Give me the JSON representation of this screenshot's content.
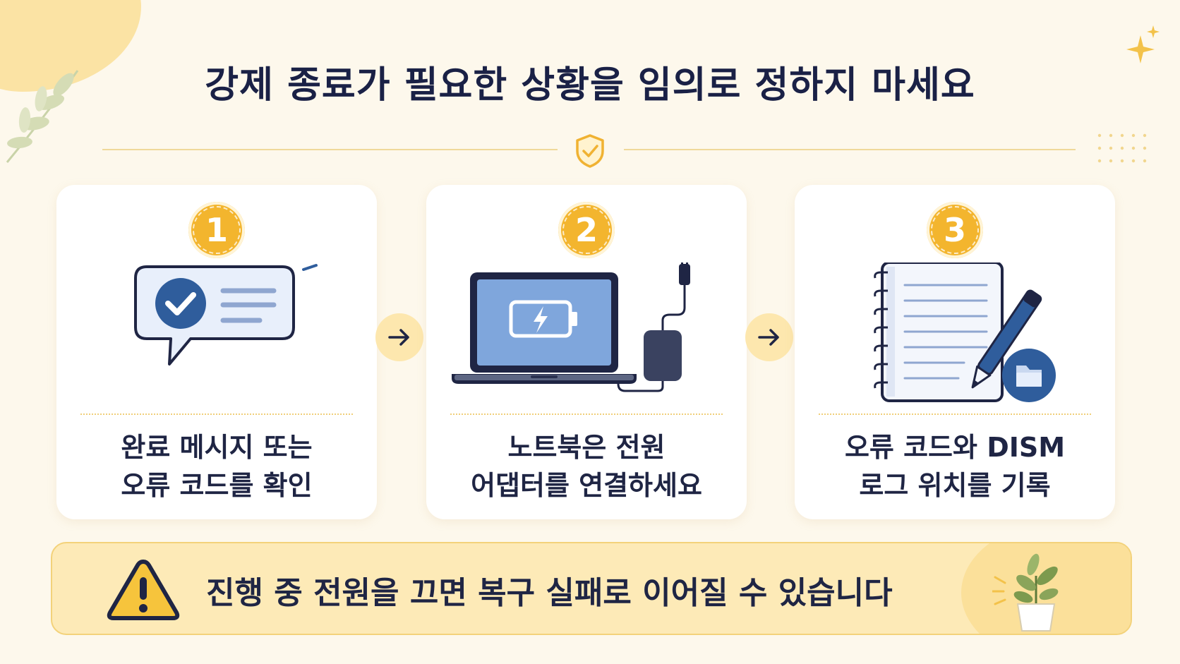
{
  "title": "강제 종료가 필요한 상황을 임의로 정하지 마세요",
  "steps": [
    {
      "number": "1",
      "line1": "완료 메시지 또는",
      "line2": "오류 코드를 확인"
    },
    {
      "number": "2",
      "line1": "노트북은 전원",
      "line2": "어댑터를 연결하세요"
    },
    {
      "number": "3",
      "line1": "오류 코드와 DISM",
      "line2": "로그 위치를 기록"
    }
  ],
  "warning": "진행 중 전원을 끄면 복구 실패로 이어질 수 있습니다",
  "colors": {
    "background": "#fdf8ec",
    "accent": "#f3b52e",
    "navy": "#1f2544",
    "blue": "#2f5d9c",
    "banner": "#fdeab7"
  },
  "icons": [
    "leaf-icon",
    "sparkle-icon",
    "shield-check-icon",
    "message-check-icon",
    "laptop-charging-icon",
    "notebook-pen-icon",
    "folder-icon",
    "arrow-right-icon",
    "warning-icon",
    "plant-icon"
  ]
}
